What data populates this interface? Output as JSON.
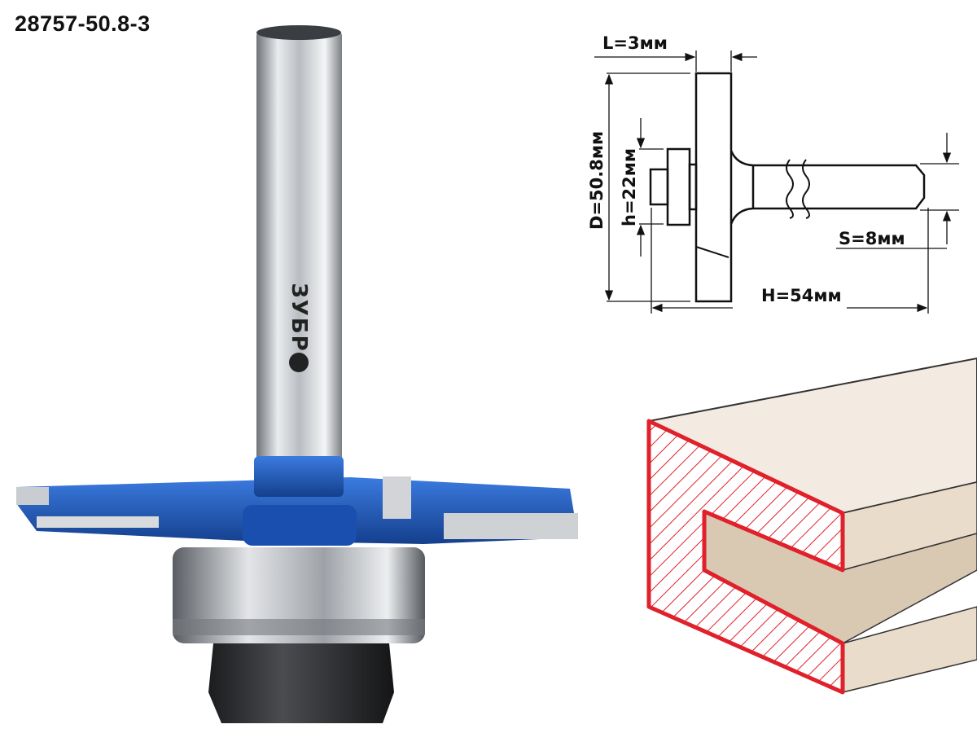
{
  "product": {
    "code": "28757-50.8-3",
    "brand_logo": "ЗУБР"
  },
  "drawing": {
    "L": "L=3мм",
    "D": "D=50.8мм",
    "h": "h=22мм",
    "S": "S=8мм",
    "H": "H=54мм"
  },
  "colors": {
    "blade_blue": "#1f5fc4",
    "profile_red": "#e0202a",
    "wood": "#efe6da"
  }
}
